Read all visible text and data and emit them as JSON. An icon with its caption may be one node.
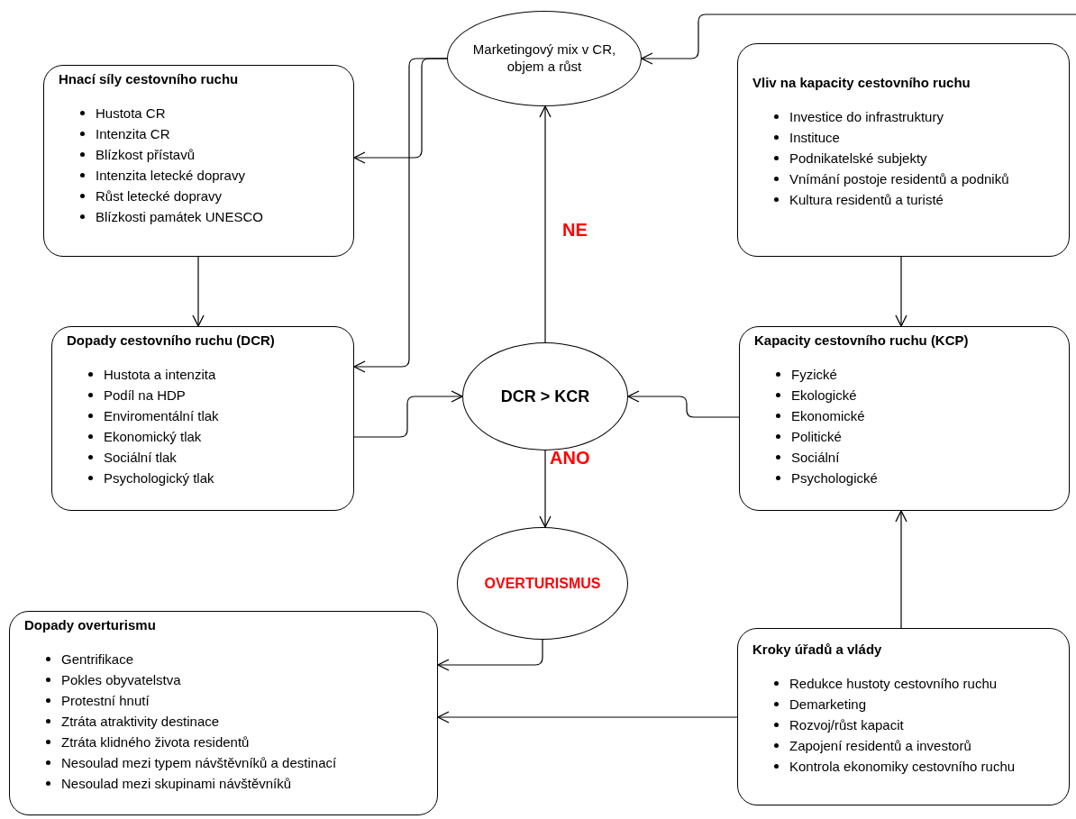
{
  "diagram": {
    "nodes": [
      {
        "text": [
          "Marketingový mix v CR, objem a růst"
        ]
      },
      {
        "text": [
          "Hnací síly cestovního ruchu",
          "Hustota CR",
          "Intenzita CR",
          "Blízkost přístavů",
          "Intenzita letecké dopravy",
          "Růst letecké dopravy",
          "Blízkosti památek UNESCO"
        ]
      },
      {
        "text": [
          "Vliv na kapacity cestovního ruchu",
          "Investice do infrastruktury",
          "Instituce",
          "Podnikatelské subjekty",
          "Vnímání postoje residentů a podniků",
          "Kultura residentů a turisté"
        ]
      },
      {
        "text": [
          "Dopady cestovního ruchu (DCR)",
          "Hustota a intenzita",
          "Podíl na HDP",
          "Enviromentální tlak",
          "Ekonomický tlak",
          "Sociální tlak",
          "Psychologický tlak"
        ]
      },
      {
        "text": [
          "DCR > KCR"
        ]
      },
      {
        "text": [
          "Kapacity cestovního ruchu (KCP)",
          "Fyzické",
          "Ekologické",
          "Ekonomické",
          "Politické",
          "Sociální",
          "Psychologické"
        ]
      },
      {
        "text": [
          "OVERTURISMUS"
        ]
      },
      {
        "text": [
          "Dopady overturismu",
          "Gentrifikace",
          "Pokles obyvatelstva",
          "Protestní hnutí",
          "Ztráta atraktivity destinace",
          "Ztráta klidného života residentů",
          "Nesoulad mezi typem návštěvníků a destinací",
          "Nesoulad mezi skupinami návštěvníků"
        ]
      },
      {
        "text": [
          "Kroky úřadů a vlády",
          "Redukce hustoty cestovního ruchu",
          "Demarketing",
          "Rozvoj/růst kapacit",
          "Zapojení residentů a investorů",
          "Kontrola ekonomiky cestovního ruchu"
        ]
      }
    ],
    "edges": [
      {
        "from": 0,
        "to": 1,
        "arrow": "to"
      },
      {
        "from": 0,
        "to": 3,
        "arrow": "to"
      },
      {
        "from": 1,
        "to": 3,
        "arrow": "to"
      },
      {
        "from": 3,
        "to": 4,
        "arrow": "to"
      },
      {
        "from": 5,
        "to": 4,
        "arrow": "to"
      },
      {
        "from": 4,
        "to": 0,
        "arrow": "to",
        "label": "NE"
      },
      {
        "from": 4,
        "to": 6,
        "arrow": "to",
        "label": "ANO"
      },
      {
        "from": 6,
        "to": 7,
        "arrow": "to"
      },
      {
        "from": 8,
        "to": 7,
        "arrow": "to"
      },
      {
        "from": 8,
        "to": 5,
        "arrow": "to"
      },
      {
        "from": 2,
        "to": 5,
        "arrow": "to"
      },
      {
        "from": null,
        "to": 0,
        "arrow": "to"
      }
    ]
  }
}
